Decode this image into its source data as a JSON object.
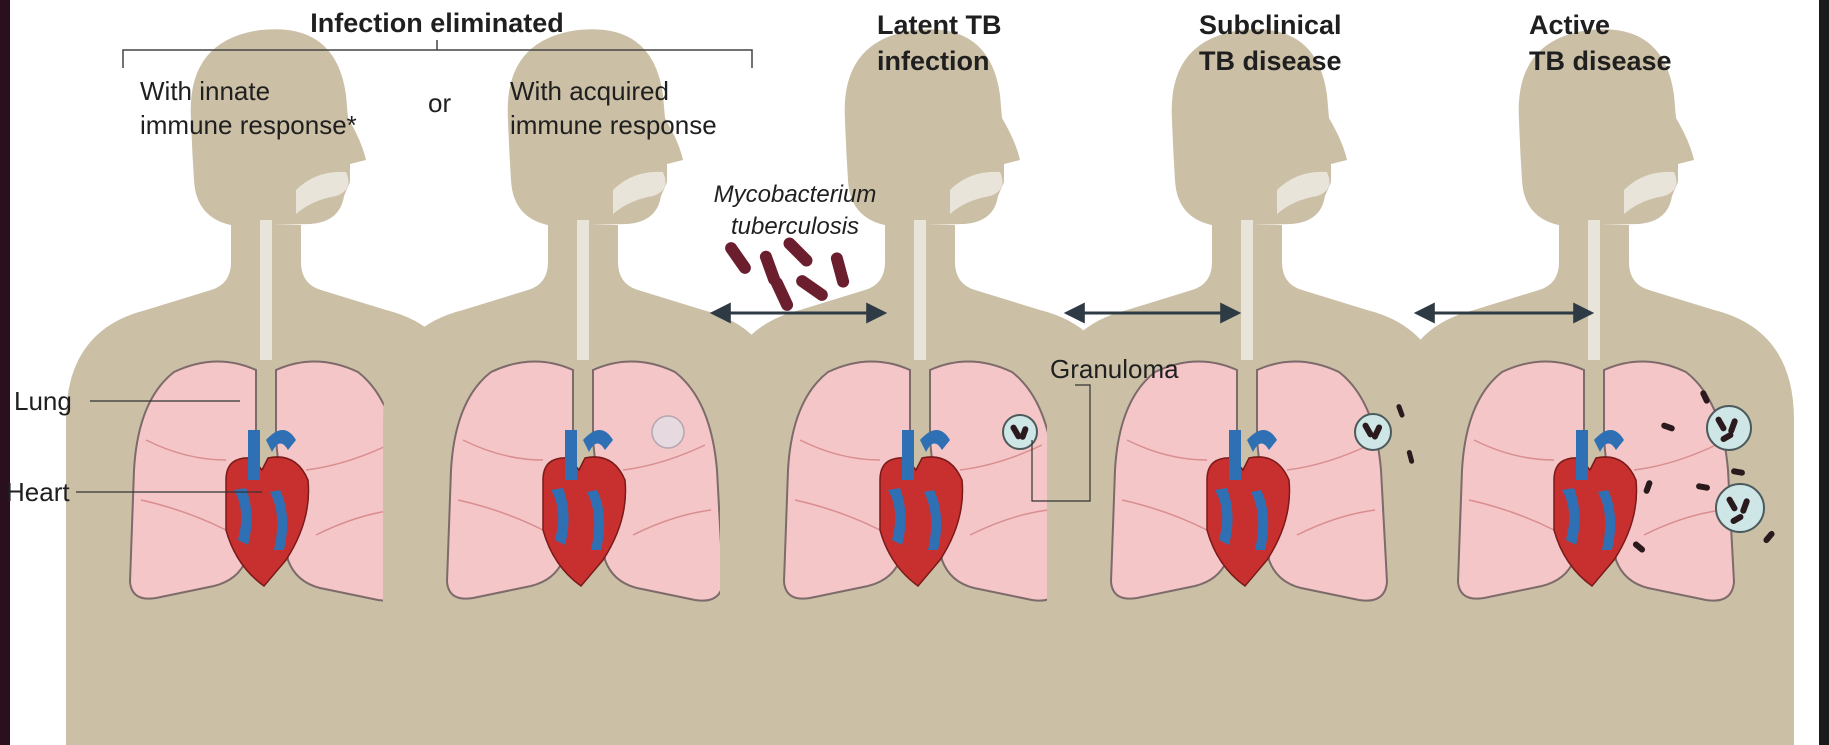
{
  "header": {
    "infection_eliminated": "Infection eliminated",
    "innate_line1": "With innate",
    "innate_line2": "immune response*",
    "or": "or",
    "acquired_line1": "With acquired",
    "acquired_line2": "immune response",
    "latent_line1": "Latent TB",
    "latent_line2": "infection",
    "subclinical_line1": "Subclinical",
    "subclinical_line2": "TB disease",
    "active_line1": "Active",
    "active_line2": "TB disease"
  },
  "pathogen": {
    "line1": "Mycobacterium",
    "line2": "tuberculosis"
  },
  "labels": {
    "lung": "Lung",
    "heart": "Heart",
    "granuloma": "Granuloma"
  },
  "colors": {
    "body": "#cbbfa6",
    "lung": "#f5c6c7",
    "lung_outline": "#7d6a6a",
    "heart_red": "#c8302f",
    "heart_blue": "#2f6fb3",
    "bacteria": "#6b1e2d",
    "granuloma": "#cfe6e6",
    "arrow": "#2f3b44",
    "edge_left": "#2a0f1e"
  }
}
